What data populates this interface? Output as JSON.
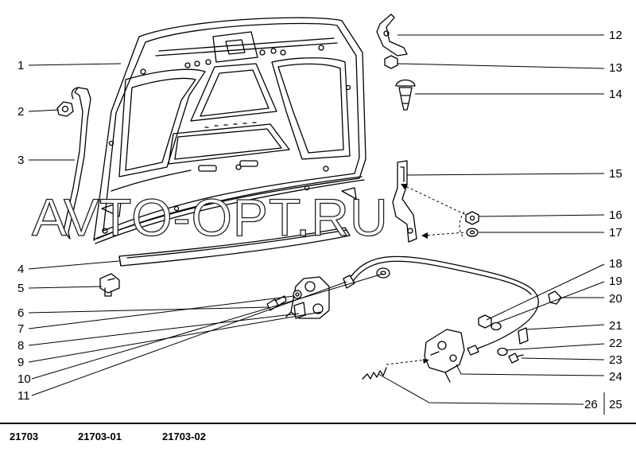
{
  "watermark": "AVTO-OPT.RU",
  "callouts": [
    "1",
    "2",
    "3",
    "4",
    "5",
    "6",
    "7",
    "8",
    "9",
    "10",
    "11",
    "12",
    "13",
    "14",
    "15",
    "16",
    "17",
    "18",
    "19",
    "20",
    "21",
    "22",
    "23",
    "24",
    "26",
    "25"
  ],
  "footer": {
    "codes": [
      "21703",
      "21703-01",
      "21703-02"
    ]
  }
}
